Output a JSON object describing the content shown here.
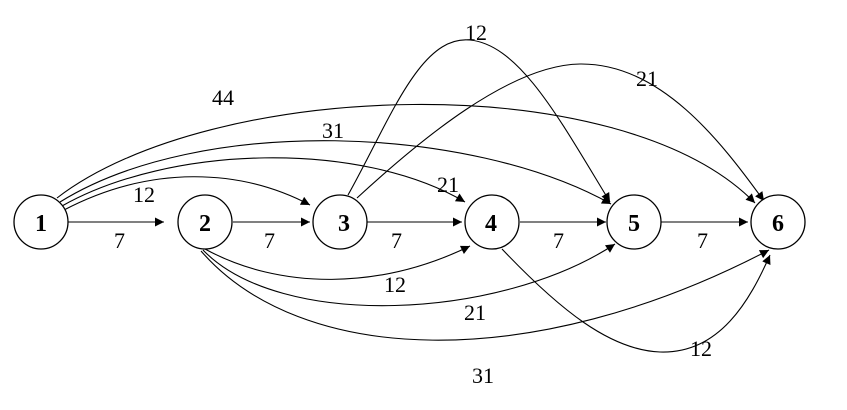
{
  "nodes": [
    {
      "id": "1",
      "label": "1"
    },
    {
      "id": "2",
      "label": "2"
    },
    {
      "id": "3",
      "label": "3"
    },
    {
      "id": "4",
      "label": "4"
    },
    {
      "id": "5",
      "label": "5"
    },
    {
      "id": "6",
      "label": "6"
    }
  ],
  "edges": [
    {
      "from": "1",
      "to": "2",
      "weight": "7"
    },
    {
      "from": "1",
      "to": "3",
      "weight": "12"
    },
    {
      "from": "1",
      "to": "4",
      "weight": "21"
    },
    {
      "from": "1",
      "to": "5",
      "weight": "31"
    },
    {
      "from": "1",
      "to": "6",
      "weight": "44"
    },
    {
      "from": "2",
      "to": "3",
      "weight": "7"
    },
    {
      "from": "2",
      "to": "4",
      "weight": "12"
    },
    {
      "from": "2",
      "to": "5",
      "weight": "21"
    },
    {
      "from": "2",
      "to": "6",
      "weight": "31"
    },
    {
      "from": "3",
      "to": "4",
      "weight": "7"
    },
    {
      "from": "3",
      "to": "5",
      "weight": "12"
    },
    {
      "from": "3",
      "to": "6",
      "weight": "21"
    },
    {
      "from": "4",
      "to": "5",
      "weight": "7"
    },
    {
      "from": "4",
      "to": "6",
      "weight": "12"
    },
    {
      "from": "5",
      "to": "6",
      "weight": "7"
    }
  ]
}
